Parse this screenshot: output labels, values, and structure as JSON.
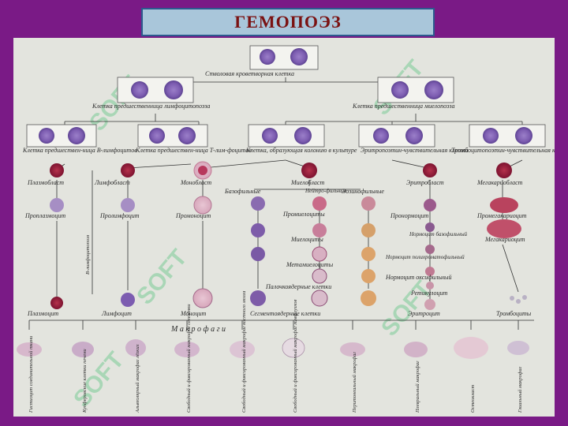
{
  "title": "ГЕМОПОЭЗ",
  "watermark": "SOFT",
  "colors": {
    "background": "#7a1a86",
    "title_bg": "#a9c6da",
    "title_text": "#7a1212",
    "poster": "#e3e4de"
  },
  "labels": {
    "stem": "Стволовая кроветворная клетка",
    "lymph_prog": "Клетка предшественница лимфоцитопоэза",
    "myelo_prog": "Клетка предшественница миелопоэза",
    "b_prog": "Клетка предшествен-ница B-лимфоцитов",
    "t_prog": "Клетка предшествен-ница Т-лим-фоцитов",
    "cfu": "Клетка, образующая колонию в культуре",
    "erythro_sens": "Эритропоэтин-чувствительная клетка",
    "thrombo_sens": "Тромбоцитопоэтин-чувствительная клетка",
    "plasmoblast": "Плазмобласт",
    "lymphoblast": "Лимфобласт",
    "monoblast": "Монобласт",
    "myeloblast": "Миелобласт",
    "erythroblast": "Эритробласт",
    "megakaryoblast": "Мегакариобласт",
    "basophilic": "Базофильные",
    "neutrophilic": "Нейтро-фильные",
    "eosinophilic": "Эозинофильные",
    "proplasmocyte": "Проплазмоцит",
    "prolymphocyte": "Пролимфоцит",
    "promonocyte": "Промоноцит",
    "promyelocytes": "Промиелоциты",
    "pronormocyte": "Пронормоцит",
    "promegakaryocyte": "Промегакариоцит",
    "myelocytes": "Миелоциты",
    "normocyte_baso": "Нормоцит базофильный",
    "megakaryocyte": "Мегакариоцит",
    "b_lymphopoiesis": "B-лимфоцитопоэз",
    "metamyelocytes": "Метамиелоциты",
    "normocyte_poly": "Нормоцит полихроматофильный",
    "band_cells": "Палочкоядерные клетки",
    "normocyte_oxy": "Нормоцит оксифильный",
    "reticulocyte": "Ретикулоцит",
    "plasmocyte": "Плазмоцит",
    "lymphocyte": "Лимфоцит",
    "monocyte": "Моноцит",
    "segmented": "Сегментоядерные клетки",
    "erythrocyte": "Эритроцит",
    "thrombocytes": "Тромбоциты",
    "macrophages": "М а к р о ф а г и"
  },
  "macrophage_labels": [
    "Гистиоцит соединительной ткани",
    "Купферовские клетки печени",
    "Альвеолярный макрофаг лёгких",
    "Свободный и фиксированный макрофаг селезёнки",
    "Свободный и фиксированный макрофаг костного мозга",
    "Свободный и фиксированный макрофаг лимфоузлов",
    "Перитонеальный макрофаг",
    "Плевральный макрофаг",
    "Остеокласт",
    "Глиальный макрофаг"
  ]
}
